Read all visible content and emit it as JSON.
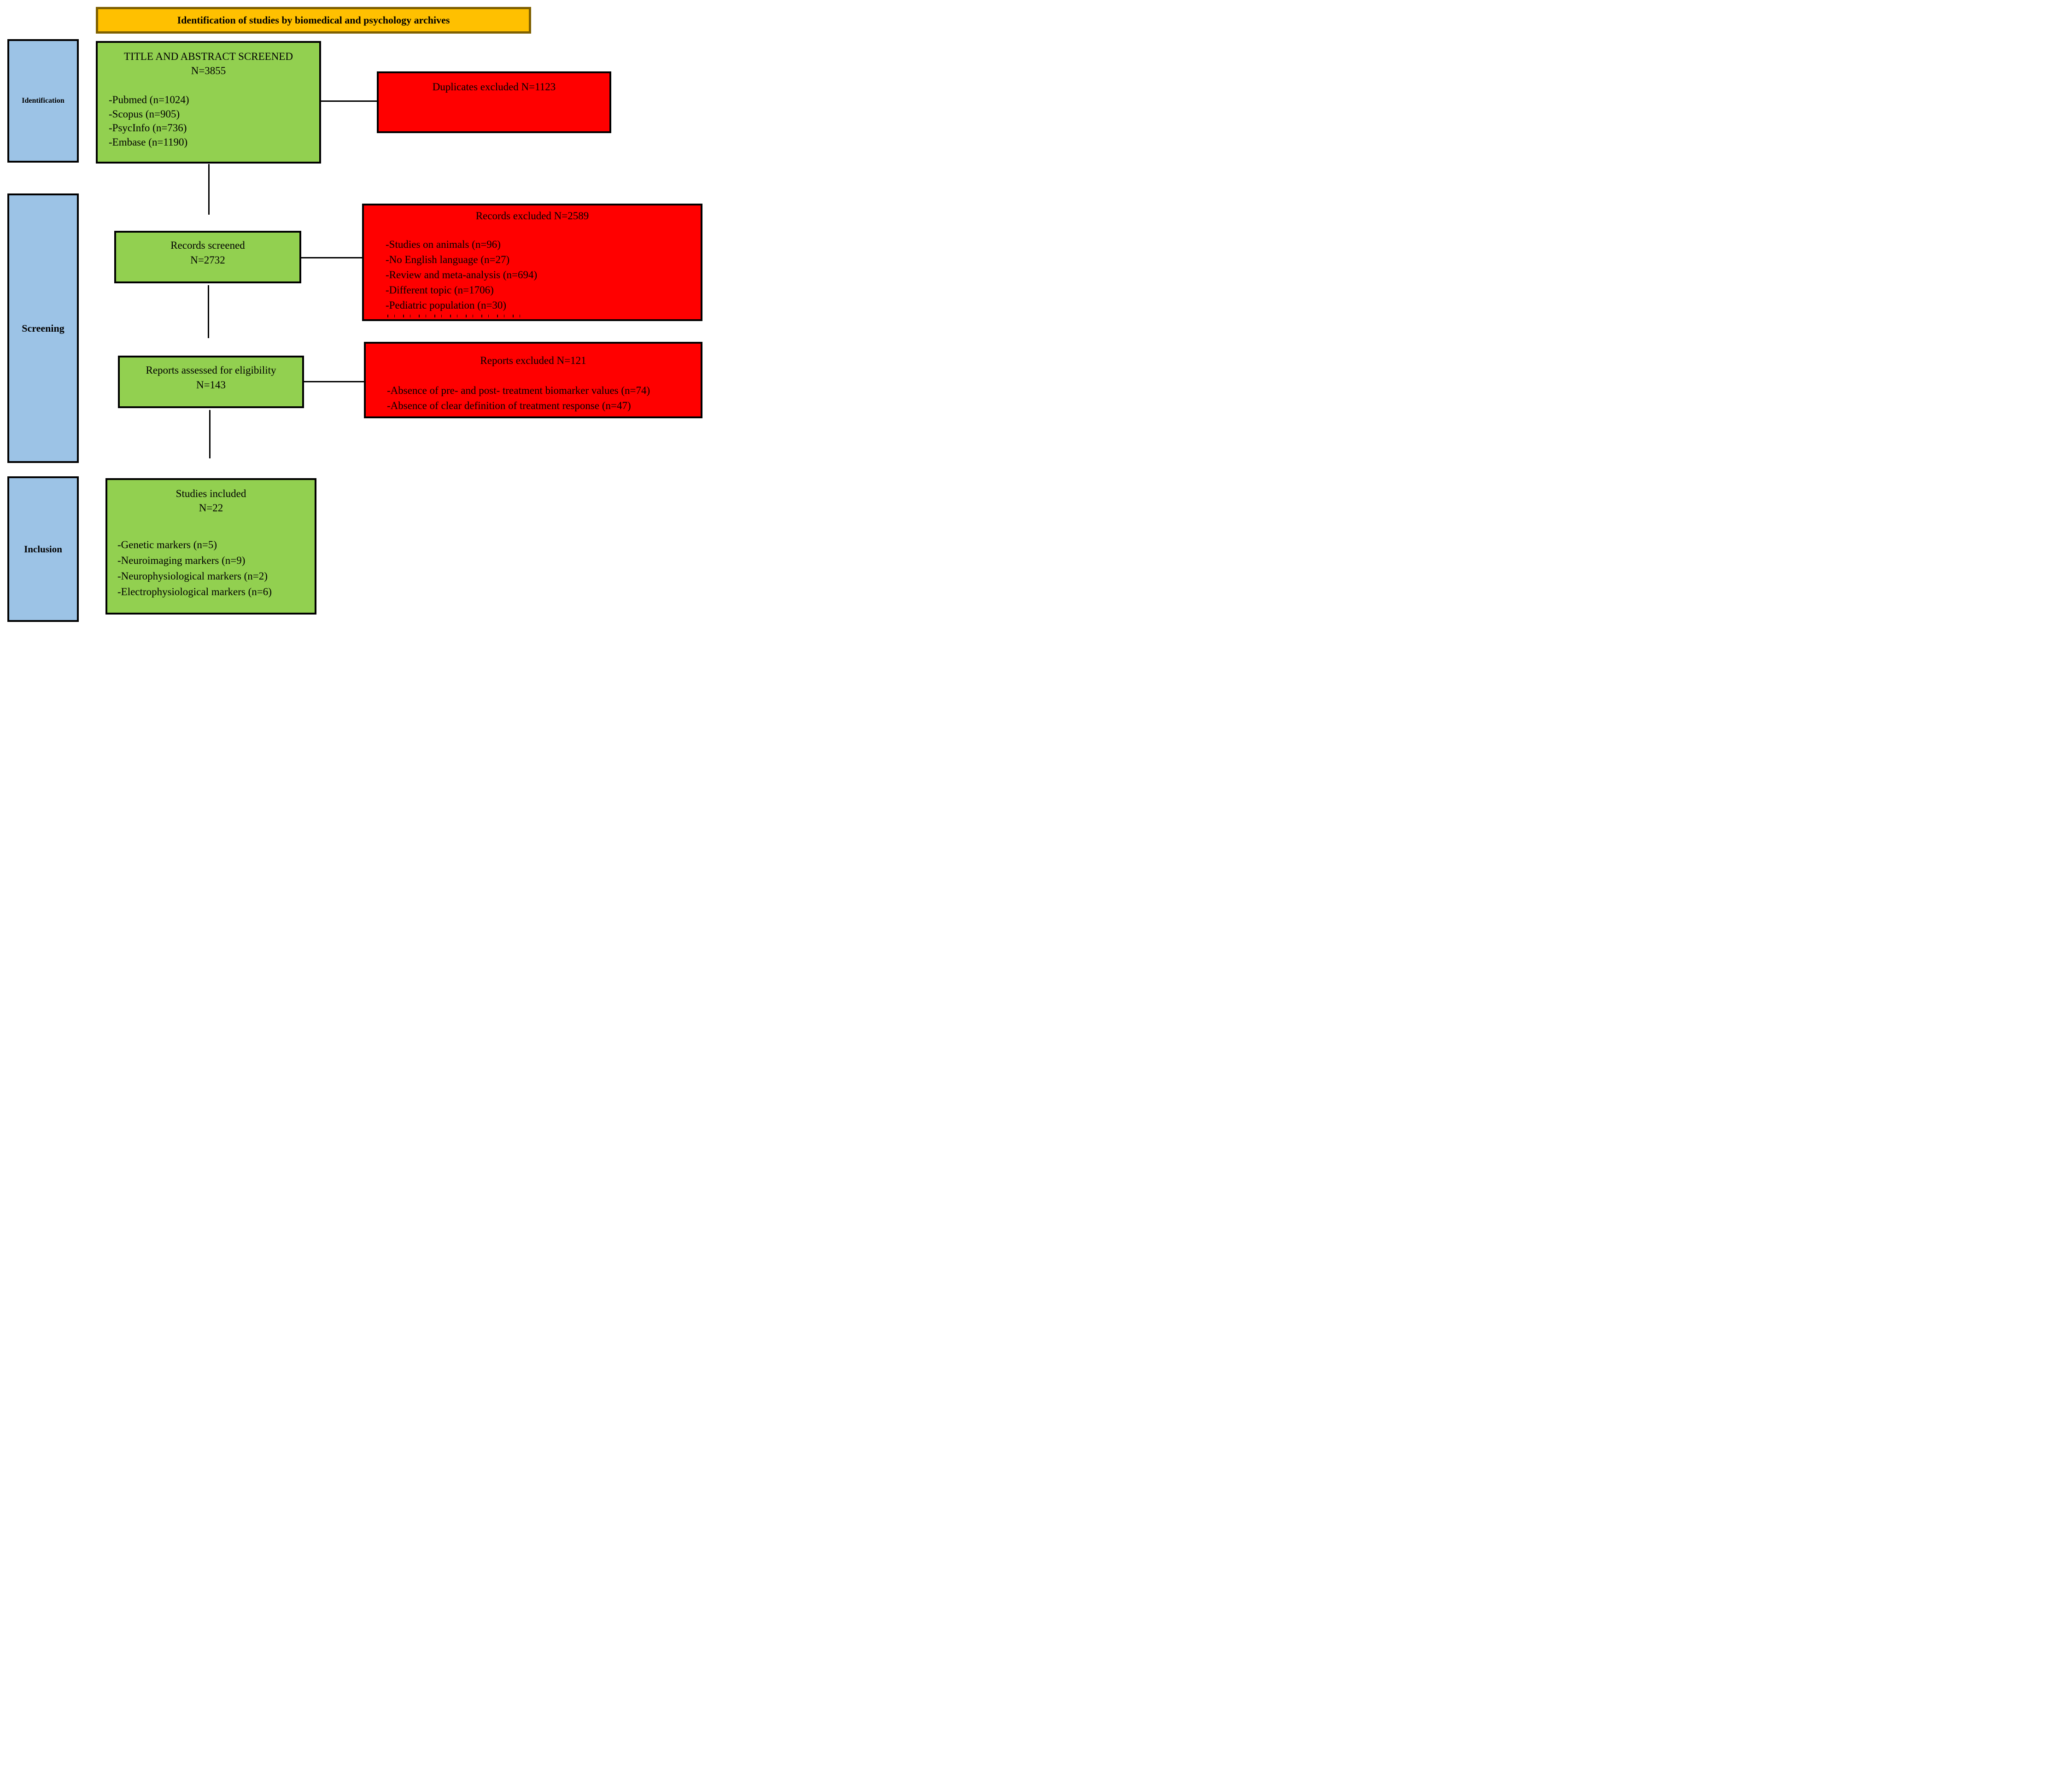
{
  "banner": {
    "label": "Identification of studies by biomedical and psychology archives"
  },
  "stages": [
    {
      "label": "Identification"
    },
    {
      "label": "Screening"
    },
    {
      "label": "Inclusion"
    }
  ],
  "boxes": {
    "title_screened": {
      "title": "TITLE AND ABSTRACT SCREENED",
      "count": "N=3855",
      "items": [
        "-Pubmed (n=1024)",
        "-Scopus (n=905)",
        "-PsycInfo (n=736)",
        "-Embase (n=1190)"
      ]
    },
    "duplicates_excluded": {
      "title": "Duplicates excluded N=1123"
    },
    "records_screened": {
      "title": "Records screened",
      "count": "N=2732"
    },
    "records_excluded": {
      "title": "Records excluded N=2589",
      "items": [
        "-Studies on animals (n=96)",
        "-No English language (n=27)",
        "-Review and meta-analysis (n=694)",
        "-Different topic (n=1706)",
        "-Pediatric population (n=30)"
      ]
    },
    "reports_assessed": {
      "title": "Reports assessed for eligibility",
      "count": "N=143"
    },
    "reports_excluded": {
      "title": "Reports excluded N=121",
      "items": [
        "-Absence of pre- and post- treatment biomarker values (n=74)",
        "-Absence of clear definition of treatment response (n=47)"
      ]
    },
    "studies_included": {
      "title": "Studies included",
      "count": "N=22",
      "items": [
        "-Genetic markers (n=5)",
        "-Neuroimaging markers (n=9)",
        "-Neurophysiological markers (n=2)",
        "-Electrophysiological markers (n=6)"
      ]
    }
  },
  "colors": {
    "green": "#92D050",
    "red": "#FF0000",
    "blue": "#9CC3E6",
    "banner_fill": "#FFC000",
    "banner_border": "#7F6000",
    "line": "#000000"
  }
}
